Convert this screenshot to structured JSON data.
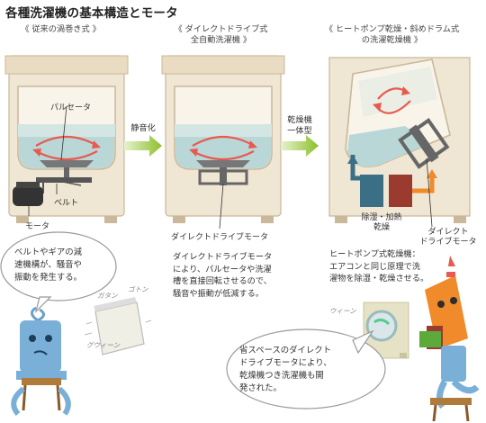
{
  "title": "各種洗濯機の基本構造とモータ",
  "panels": [
    {
      "caption": "《 従来の渦巻き式 》"
    },
    {
      "caption": "《 ダイレクトドライブ式\n全自動洗濯機 》"
    },
    {
      "caption": "《 ヒートポンプ乾燥・斜めドラム式\nの洗濯乾燥機 》"
    }
  ],
  "arrows": [
    {
      "label": "静音化"
    },
    {
      "label": "乾燥機\n一体型"
    }
  ],
  "labels": {
    "pulsator": "パルセータ",
    "belt": "ベルト",
    "motor": "モータ",
    "dd_motor": "ダイレクトドライブモータ",
    "dehumidify_heat": "除湿・加熱\n乾燥",
    "dd_motor_right": "ダイレクト\nドライブモータ"
  },
  "descriptions": {
    "middle": "ダイレクトドライブモータ\nにより、パルセータや洗濯\n槽を直接回転させるので、\n騒音や振動が低減する。",
    "right": "ヒートポンプ式乾燥機：\nエアコンと同じ原理で洗\n濯物を除湿・乾燥させる。"
  },
  "bubbles": {
    "left": "ベルトやギアの減\n速機構が、騒音や\n振動を発生する。",
    "right": "省スペースのダイレクト\nドライブモータにより、\n乾燥機つき洗濯機も開\n発された。"
  },
  "sound_effects": {
    "gatan": "ガタン",
    "goton": "ゴトン",
    "guwiin": "グウィーン",
    "wiin": "ウィーン"
  },
  "colors": {
    "machine_body": "#efe6d3",
    "machine_outline": "#c9b89a",
    "water": "#b9d7d7",
    "arrow_green": "#8cbf2a",
    "motor_dark": "#333333",
    "accent_red": "#e85a4f",
    "accent_orange": "#f08a2a",
    "hp_blue": "#3a6f85",
    "hp_red": "#9b3b30"
  }
}
